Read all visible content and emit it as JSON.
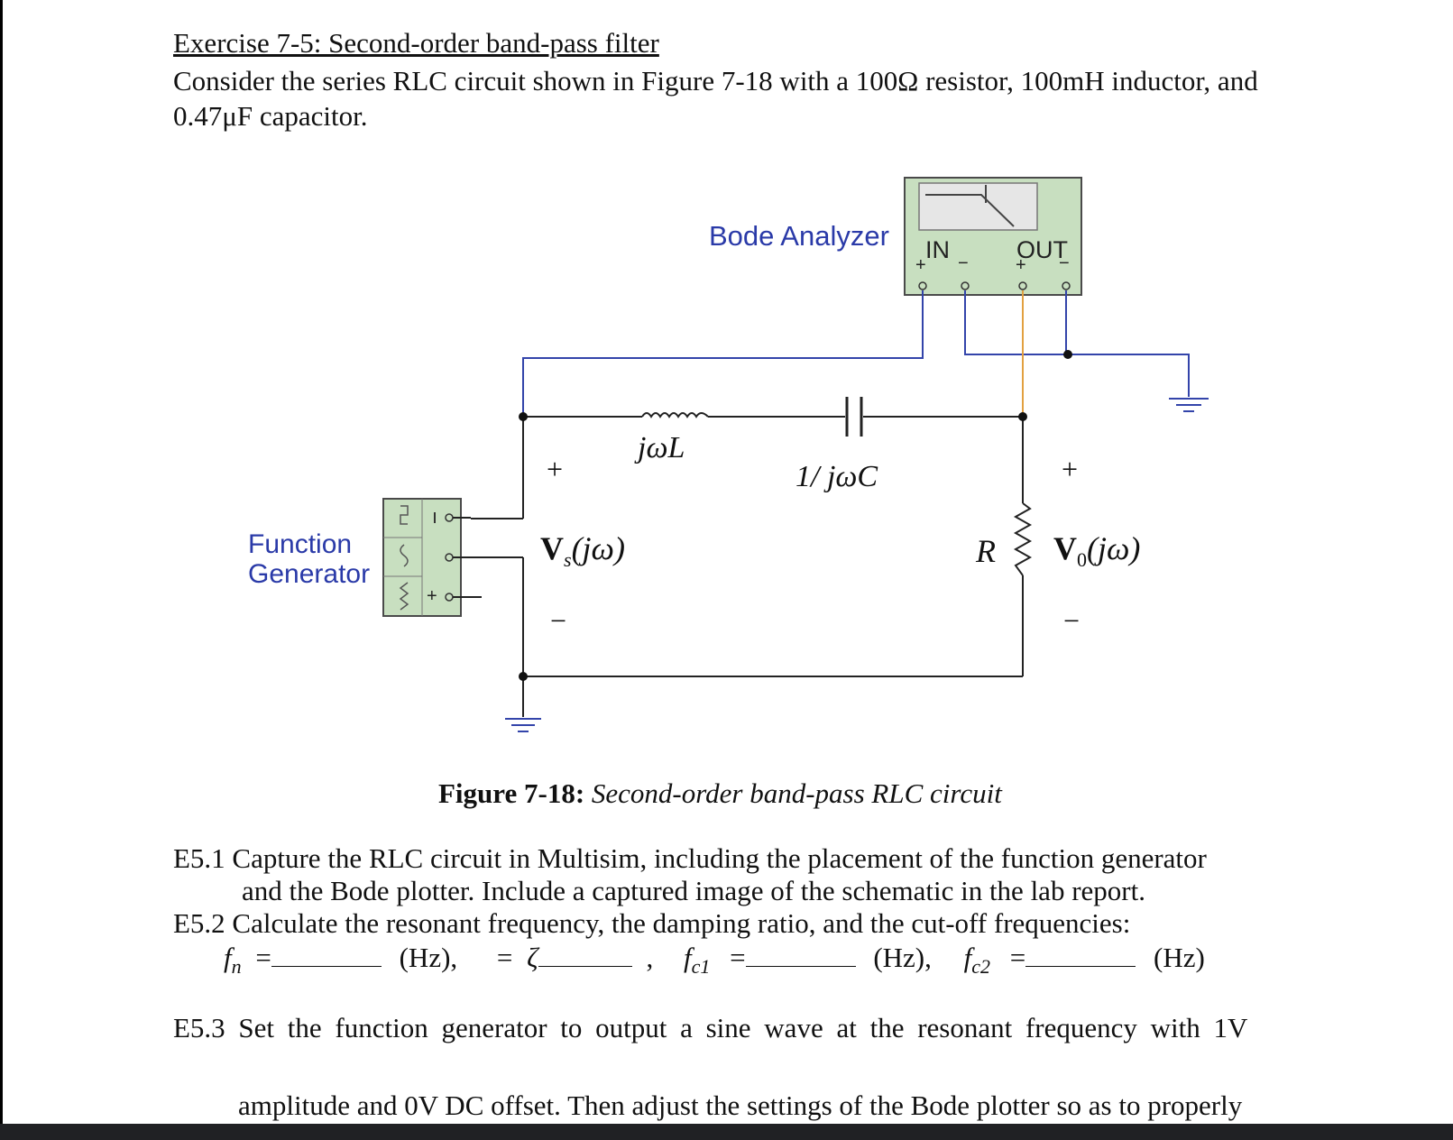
{
  "exercise": {
    "title": "Exercise 7-5: Second-order band-pass filter",
    "intro": "Consider the series RLC circuit shown in Figure 7-18 with a 100Ω resistor, 100mH inductor, and 0.47μF capacitor."
  },
  "figure": {
    "bode_label": "Bode Analyzer",
    "bode_in": "IN",
    "bode_out": "OUT",
    "plus": "+",
    "minus": "−",
    "fg_label_line1": "Function",
    "fg_label_line2": "Generator",
    "fg_plus": "+",
    "inductor_label": "jωL",
    "capacitor_label": "1/ jωC",
    "resistor_label": "R",
    "vs_main": "V",
    "vs_sub": "s",
    "vs_arg": "(jω)",
    "vo_main": "V",
    "vo_sub": "0",
    "vo_arg": "(jω)",
    "caption_label": "Figure 7-18:",
    "caption_text": "Second-order band-pass RLC circuit"
  },
  "tasks": {
    "e51_line1": "E5.1 Capture the RLC circuit in Multisim, including the placement of the function generator",
    "e51_line2": "and the Bode plotter. Include a captured image of the schematic in the lab report.",
    "e52": "E5.2 Calculate the resonant frequency, the damping ratio, and the cut-off frequencies:",
    "fn": "f",
    "fn_sub": "n",
    "eq": "=",
    "hz1": "(Hz),",
    "zeta_eq": "=",
    "zeta": "ζ",
    "comma": ",",
    "fc1": "f",
    "fc1_sub": "c1",
    "hz2": "(Hz),",
    "fc2": "f",
    "fc2_sub": "c2",
    "hz3": "(Hz)",
    "e53_line1": "E5.3 Set the function generator to output a sine wave at the resonant frequency with 1V",
    "e53_line2": "amplitude and 0V DC offset. Then adjust the settings of the Bode plotter so as to properly"
  }
}
